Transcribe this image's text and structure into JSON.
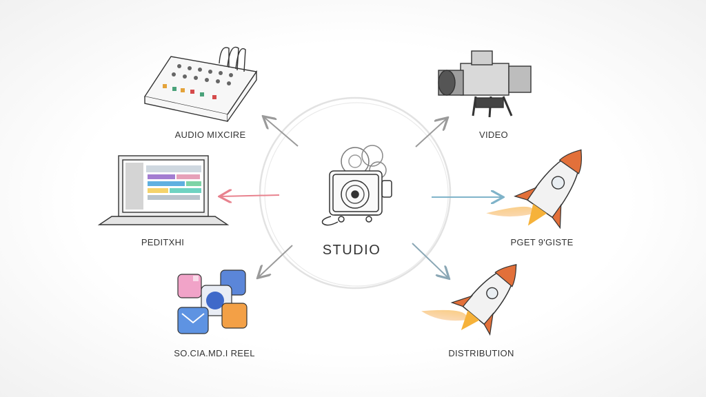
{
  "center": {
    "label": "STUDIO"
  },
  "nodes": {
    "audio_mixer": {
      "label": "AUDIO MIXCIRE",
      "arrow_color": "#9a9a9a"
    },
    "video": {
      "label": "VIDEO",
      "arrow_color": "#9a9a9a"
    },
    "editing": {
      "label": "PEDITXHI",
      "arrow_color": "#e8828e"
    },
    "rocket_top": {
      "label": "PGET 9'GISTE",
      "arrow_color": "#7fb3c9"
    },
    "social": {
      "label": "SO.CIA.MD.I REEL",
      "arrow_color": "#9a9a9a"
    },
    "distribution": {
      "label": "DISTRIBUTION",
      "arrow_color": "#8aa7b5"
    }
  }
}
